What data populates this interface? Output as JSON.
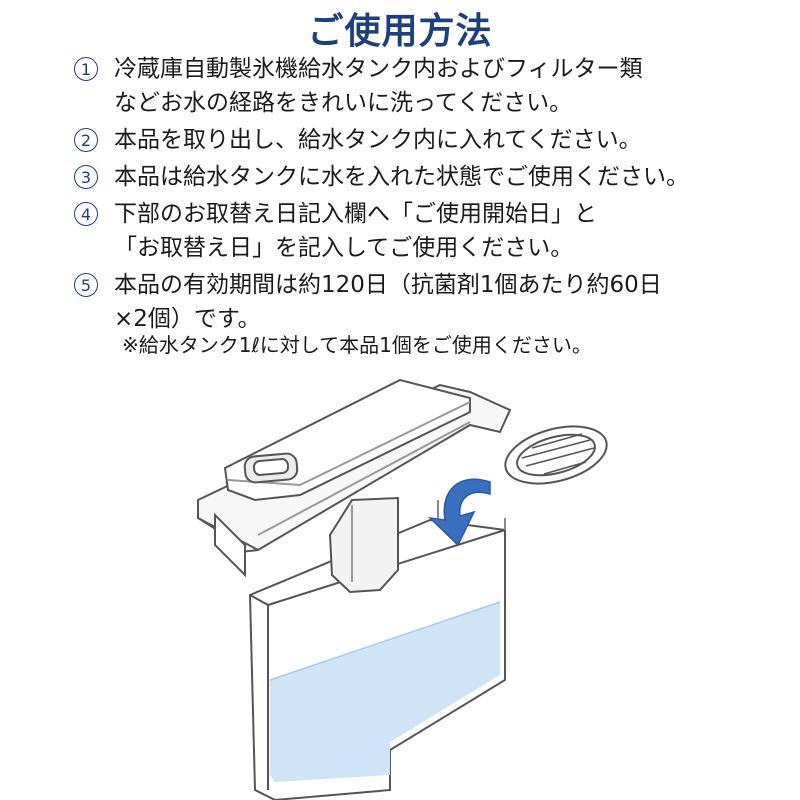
{
  "title": "ご使用方法",
  "steps": [
    {
      "num": "1",
      "lines": [
        "冷蔵庫自動製氷機給水タンク内およびフィルター類",
        "などお水の経路をきれいに洗ってください。"
      ]
    },
    {
      "num": "2",
      "lines": [
        "本品を取り出し、給水タンク内に入れてください。"
      ]
    },
    {
      "num": "3",
      "lines": [
        "本品は給水タンクに水を入れた状態でご使用ください。"
      ]
    },
    {
      "num": "4",
      "lines": [
        "下部のお取替え日記入欄へ「ご使用開始日」と",
        "「お取替え日」を記入してご使用ください。"
      ]
    },
    {
      "num": "5",
      "lines": [
        "本品の有効期間は約120日（抗菌剤1個あたり約60日",
        "×2個）です。"
      ]
    }
  ],
  "note": "※給水タンク1ℓに対して本品1個をご使用ください。",
  "colors": {
    "accent": "#1f3f7a",
    "arrow": "#3a6fc0",
    "water": "#cfe4f7"
  },
  "icons": [
    "curved-arrow-icon"
  ]
}
